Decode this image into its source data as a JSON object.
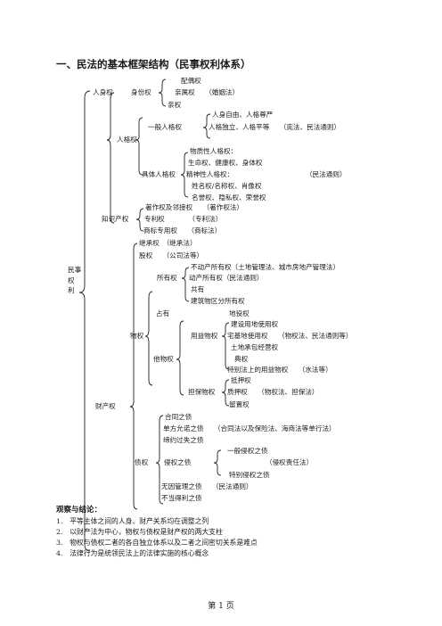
{
  "title": "一、民法的基本框架结构（民事权利体系）",
  "nodes": [
    {
      "id": "root",
      "text": "民事\n权\n利"
    },
    {
      "id": "personal",
      "text": "人身权"
    },
    {
      "id": "identity",
      "text": "身份权"
    },
    {
      "id": "spouse",
      "text": "配偶权"
    },
    {
      "id": "kinship",
      "text": "亲属权　　（婚姻法）"
    },
    {
      "id": "parent",
      "text": "亲权"
    },
    {
      "id": "personality",
      "text": "人格权"
    },
    {
      "id": "general",
      "text": "一般人格权"
    },
    {
      "id": "freedom",
      "text": "人身自由、人格尊严"
    },
    {
      "id": "independence",
      "text": "人格独立、人格平等　　（宪法、民法通则）"
    },
    {
      "id": "specific",
      "text": "具体人格权"
    },
    {
      "id": "material",
      "text": "物质性人格权："
    },
    {
      "id": "life",
      "text": "生命权、健康权、身体权"
    },
    {
      "id": "spiritual",
      "text": "精神性人格权："
    },
    {
      "id": "civil1",
      "text": "（民法通则）"
    },
    {
      "id": "name",
      "text": "姓名权/名称权、肖像权"
    },
    {
      "id": "reputation",
      "text": "名誉权、隐私权、荣誉权"
    },
    {
      "id": "ip",
      "text": "知识产权"
    },
    {
      "id": "copyright",
      "text": "著作权及邻接权　　（著作权法）"
    },
    {
      "id": "patent",
      "text": "专利权　　　　（专利法）"
    },
    {
      "id": "trademark",
      "text": "商标专用权　　（商标法）"
    },
    {
      "id": "inherit",
      "text": "继承权　（继承法）"
    },
    {
      "id": "equity",
      "text": "股权　　（公司法等）"
    },
    {
      "id": "realestate",
      "text": "不动产所有权（土地管理法、城市房地产管理法）"
    },
    {
      "id": "ownership",
      "text": "所有权"
    },
    {
      "id": "movable",
      "text": "动产所有权（民法通则）"
    },
    {
      "id": "coown",
      "text": "共有"
    },
    {
      "id": "condo",
      "text": "建筑物区分所有权"
    },
    {
      "id": "possession",
      "text": "占有"
    },
    {
      "id": "easement",
      "text": "地役权"
    },
    {
      "id": "realright",
      "text": "物权"
    },
    {
      "id": "landuse",
      "text": "建设用地使用权"
    },
    {
      "id": "usufruct",
      "text": "用益物权"
    },
    {
      "id": "homestead",
      "text": "宅基地使用权　　（物权法、民法通则等）"
    },
    {
      "id": "contract",
      "text": "土地承包经营权"
    },
    {
      "id": "limited",
      "text": "他物权"
    },
    {
      "id": "pawn",
      "text": "典权"
    },
    {
      "id": "special",
      "text": "特别法上的用益物权　　（水法等）"
    },
    {
      "id": "mortgage",
      "text": "抵押权"
    },
    {
      "id": "security",
      "text": "担保物权"
    },
    {
      "id": "pledge",
      "text": "质押权　　（物权法、担保法）"
    },
    {
      "id": "lien",
      "text": "留置权"
    },
    {
      "id": "property",
      "text": "财产权"
    },
    {
      "id": "contractdebt",
      "text": "合同之债"
    },
    {
      "id": "unilateral",
      "text": "单方允诺之债　　（合同法以及保险法、海商法等单行法）"
    },
    {
      "id": "culpa",
      "text": "缔约过失之债"
    },
    {
      "id": "tortgeneral",
      "text": "一般侵权之债"
    },
    {
      "id": "debt",
      "text": "债权"
    },
    {
      "id": "tort",
      "text": "侵权之债"
    },
    {
      "id": "tortlaw",
      "text": "（侵权责任法）"
    },
    {
      "id": "tortspecial",
      "text": "特别侵权之债"
    },
    {
      "id": "negotiorum",
      "text": "无因管理之债　　（民法通则）"
    },
    {
      "id": "unjust",
      "text": "不当得利之债"
    }
  ],
  "observations": {
    "heading": "观察与结论：",
    "items": [
      "1.　平等主体之间的人身、财产关系均在调整之列",
      "2.　以财产法为中心，物权与债权是财产权的两大支柱",
      "3.　物权与债权二者的各自独立体系以及二者之间密切关系是难点",
      "4.　法律行为是统领民法上的法律实施的核心概念"
    ]
  },
  "footer": "第 1 页"
}
